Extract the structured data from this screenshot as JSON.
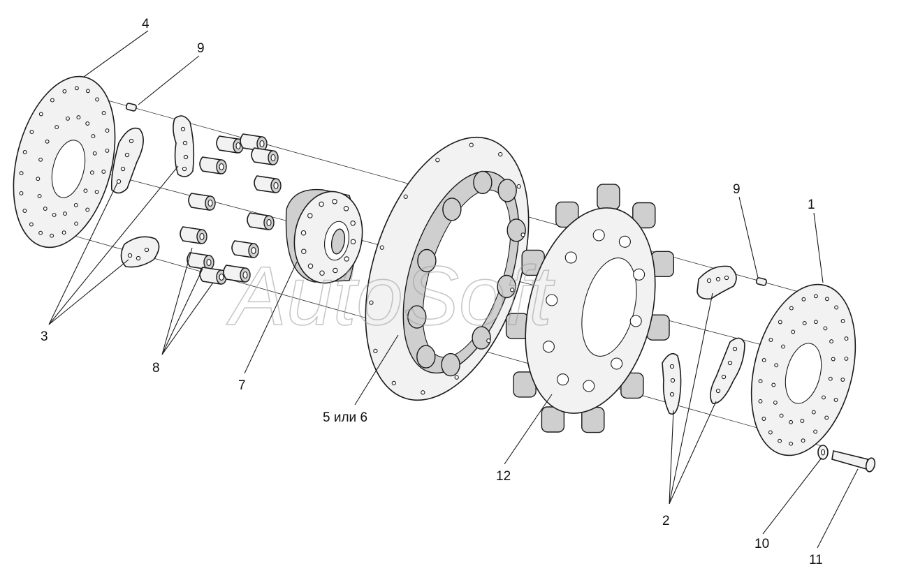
{
  "callouts": {
    "c1": "1",
    "c2": "2",
    "c3": "3",
    "c4": "4",
    "c5": "5 или 6",
    "c7": "7",
    "c8": "8",
    "c9a": "9",
    "c9b": "9",
    "c10": "10",
    "c11": "11",
    "c12": "12"
  },
  "watermark": "AutoSoft"
}
